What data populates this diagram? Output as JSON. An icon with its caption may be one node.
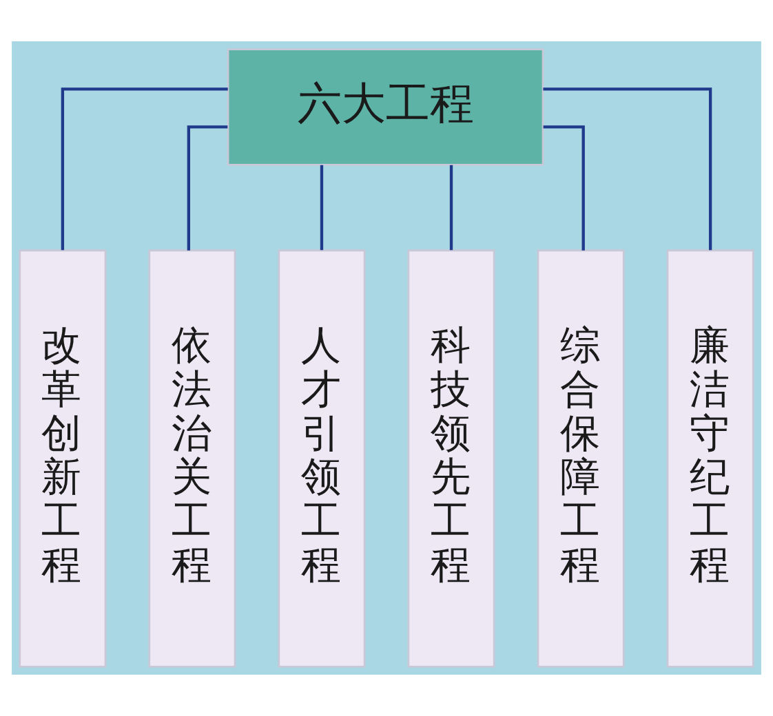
{
  "diagram": {
    "nodes": [
      {
        "text": [
          "六大工程"
        ]
      },
      {
        "text": [
          "改革创新工程"
        ]
      },
      {
        "text": [
          "依法治关工程"
        ]
      },
      {
        "text": [
          "人才引领工程"
        ]
      },
      {
        "text": [
          "科技领先工程"
        ]
      },
      {
        "text": [
          "综合保障工程"
        ]
      },
      {
        "text": [
          "廉洁守纪工程"
        ]
      }
    ],
    "edges": [
      {
        "from": 0,
        "to": 1,
        "arrow": "none"
      },
      {
        "from": 0,
        "to": 2,
        "arrow": "none"
      },
      {
        "from": 0,
        "to": 3,
        "arrow": "none"
      },
      {
        "from": 0,
        "to": 4,
        "arrow": "none"
      },
      {
        "from": 0,
        "to": 5,
        "arrow": "none"
      },
      {
        "from": 0,
        "to": 6,
        "arrow": "none"
      }
    ]
  }
}
